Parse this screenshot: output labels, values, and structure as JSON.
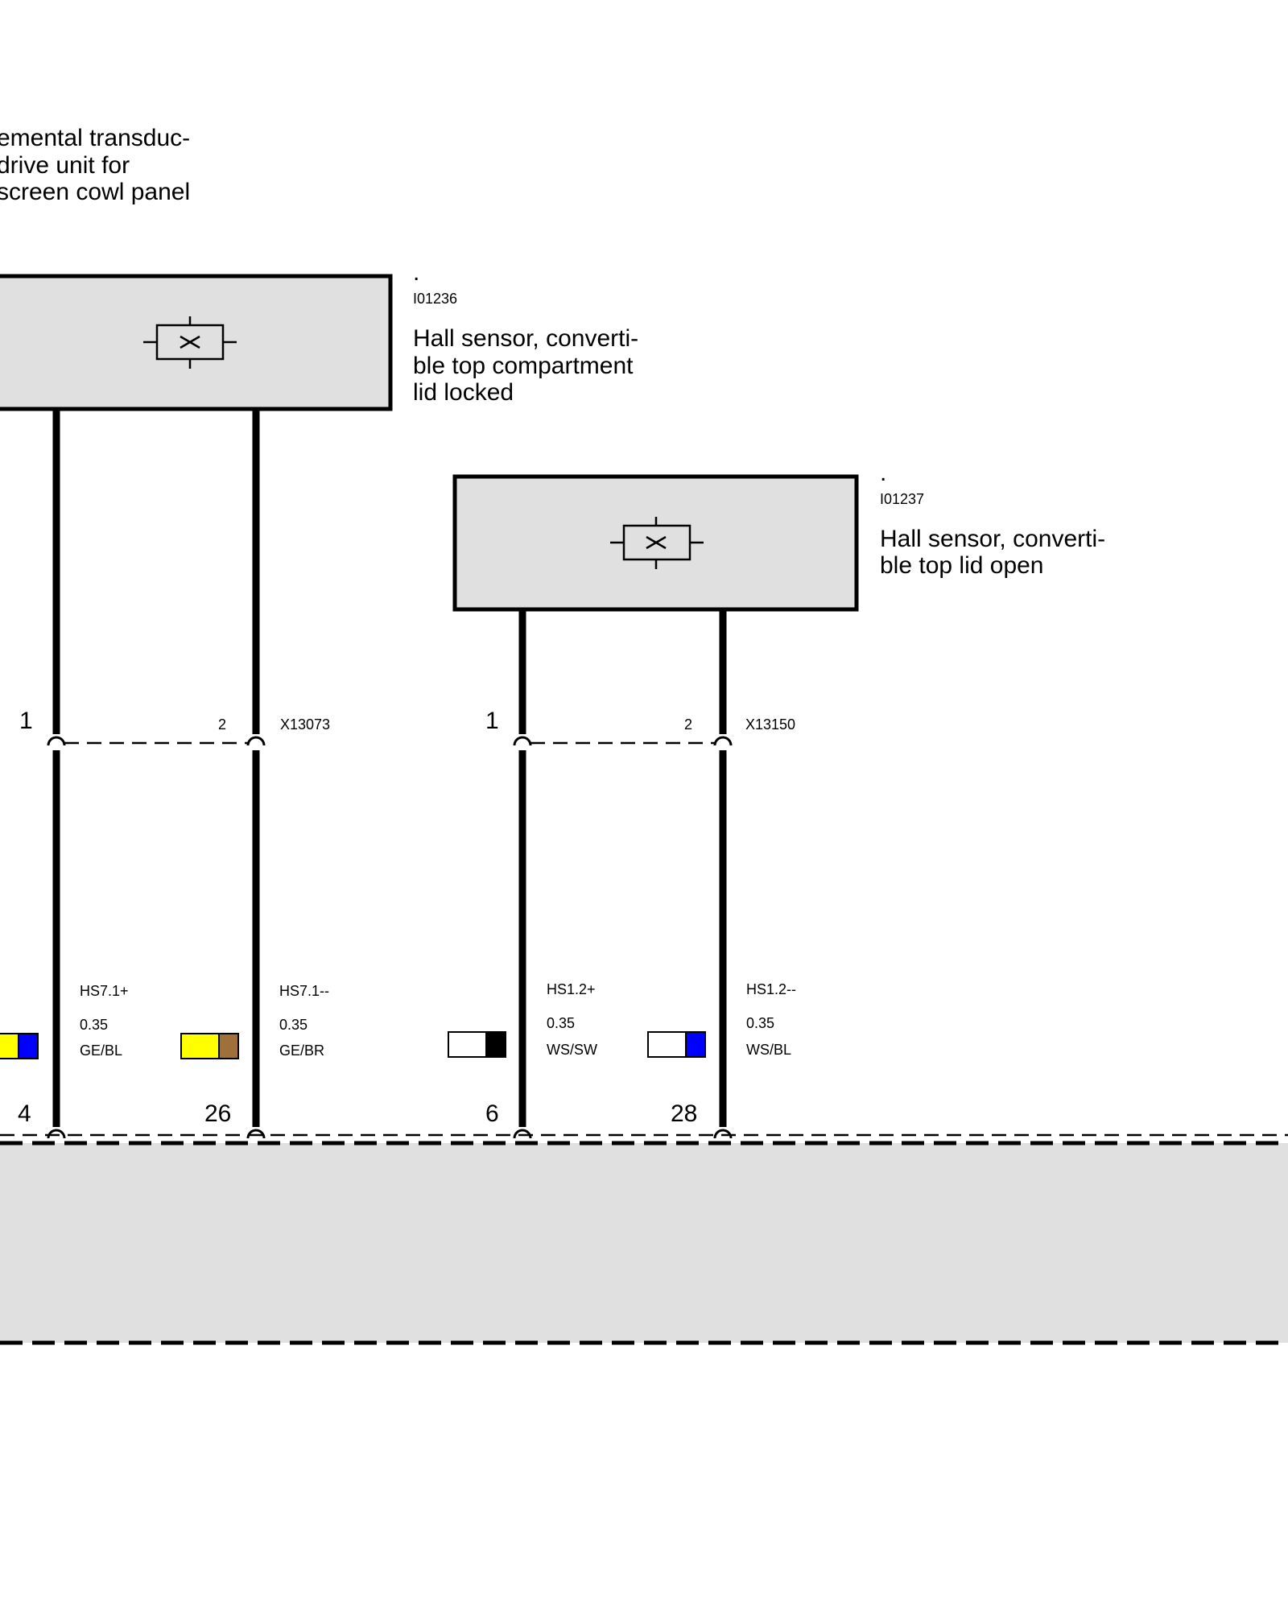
{
  "title_block": {
    "lines": [
      "emental transduc-",
      " drive unit for",
      "screen cowl panel"
    ]
  },
  "components": [
    {
      "dot": ".",
      "id": "I01236",
      "name_lines": [
        "Hall sensor, converti-",
        "ble top compartment",
        "lid locked"
      ]
    },
    {
      "dot": ".",
      "id": "I01237",
      "name_lines": [
        "Hall sensor, converti-",
        "ble top lid open"
      ]
    }
  ],
  "connectors": [
    {
      "pin_a": "1",
      "pin_b": "2",
      "id": "X13073"
    },
    {
      "pin_a": "1",
      "pin_b": "2",
      "id": "X13150"
    }
  ],
  "wires": [
    {
      "signal": "HS7.1+",
      "gauge": "0.35",
      "color_code": "GE/BL",
      "pin": "4",
      "swatch": [
        "#ffff00",
        "#0000ff"
      ]
    },
    {
      "signal": "HS7.1--",
      "gauge": "0.35",
      "color_code": "GE/BR",
      "pin": "26",
      "swatch": [
        "#ffff00",
        "#a0703a"
      ]
    },
    {
      "signal": "HS1.2+",
      "gauge": "0.35",
      "color_code": "WS/SW",
      "pin": "6",
      "swatch": [
        "#ffffff",
        "#000000"
      ]
    },
    {
      "signal": "HS1.2--",
      "gauge": "0.35",
      "color_code": "WS/BL",
      "pin": "28",
      "swatch": [
        "#ffffff",
        "#0000ff"
      ]
    }
  ],
  "colors": {
    "component_fill": "#e0e0e0",
    "line": "#000000"
  }
}
